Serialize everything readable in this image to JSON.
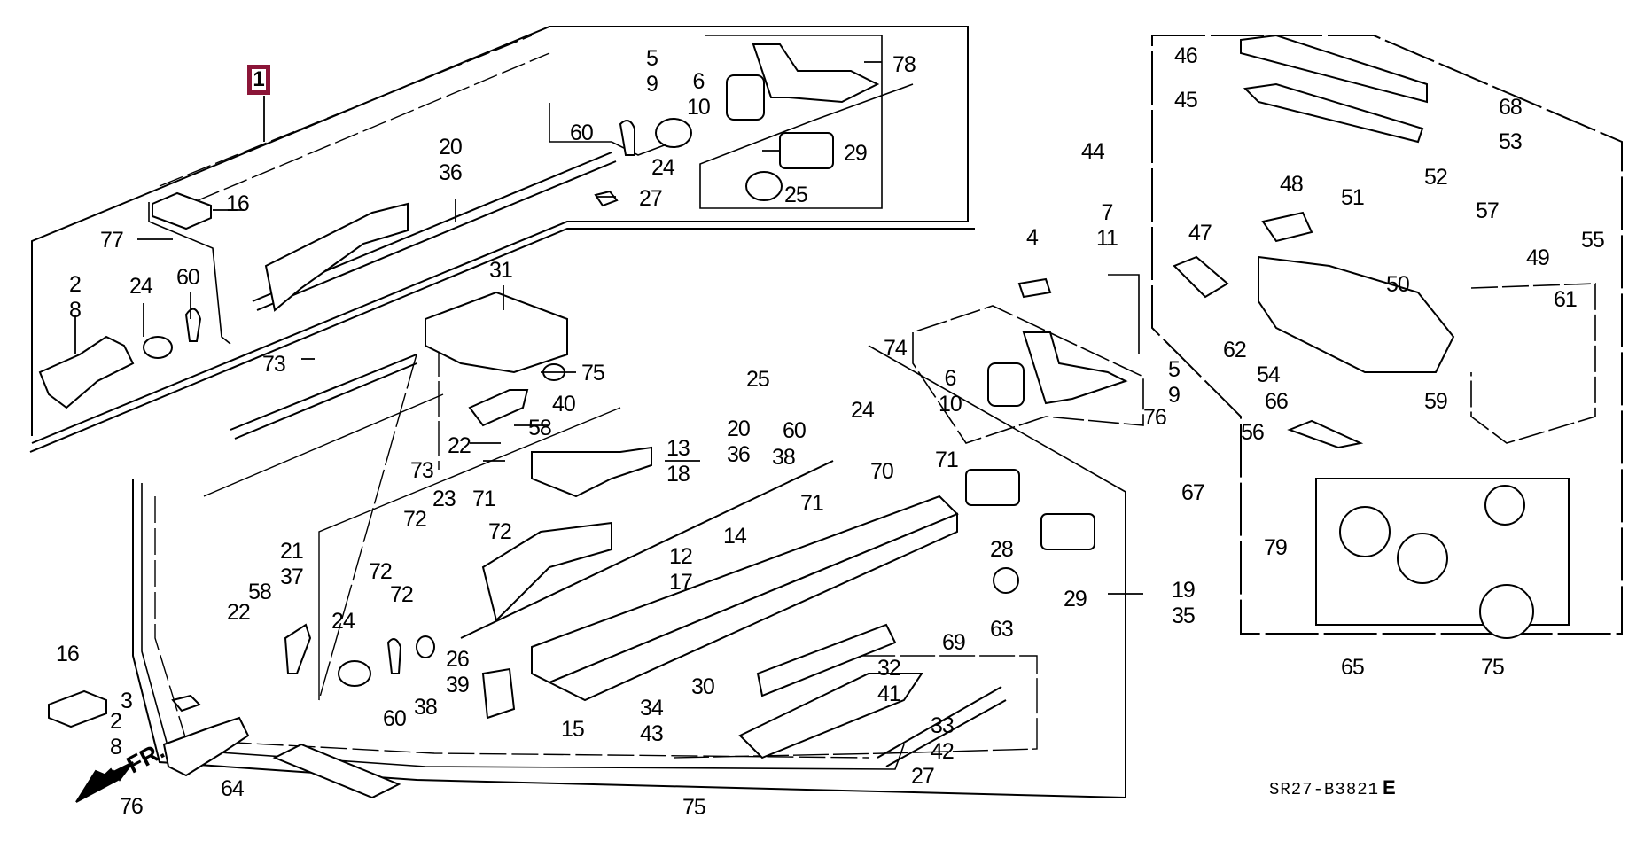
{
  "diagram": {
    "title_key": "1",
    "key_color": "#8b1538",
    "drawing_code": "SR27-B3821",
    "drawing_rev": "E",
    "front_marker": "FR.",
    "labels": {
      "l16a": "16",
      "l77": "77",
      "l2a": "2",
      "l8a": "8",
      "l24a": "24",
      "l60a": "60",
      "l20a": "20",
      "l36a": "36",
      "l5a": "5",
      "l9a": "9",
      "l6a": "6",
      "l10a": "10",
      "l78": "78",
      "l60b": "60",
      "l24b": "24",
      "l29a": "29",
      "l25a": "25",
      "l27a": "27",
      "l31": "31",
      "l73a": "73",
      "l75a": "75",
      "l40": "40",
      "l58a": "58",
      "l22a": "22",
      "l73b": "73",
      "l25b": "25",
      "l13": "13",
      "l18": "18",
      "l20b": "20",
      "l36b": "36",
      "l38a": "38",
      "l60c": "60",
      "l24c": "24",
      "l70": "70",
      "l71a": "71",
      "l71b": "71",
      "l71c": "71",
      "l14": "14",
      "l23": "23",
      "l72a": "72",
      "l72b": "72",
      "l72c": "72",
      "l72d": "72",
      "l21": "21",
      "l37": "37",
      "l22b": "22",
      "l58b": "58",
      "l24d": "24",
      "l60d": "60",
      "l38b": "38",
      "l26": "26",
      "l39": "39",
      "l15": "15",
      "l12": "12",
      "l17": "17",
      "l16b": "16",
      "l3": "3",
      "l2b": "2",
      "l8b": "8",
      "l64": "64",
      "l76a": "76",
      "l75b": "75",
      "l34": "34",
      "l43": "43",
      "l30": "30",
      "l32": "32",
      "l41": "41",
      "l33": "33",
      "l42": "42",
      "l27b": "27",
      "l69": "69",
      "l63": "63",
      "l28": "28",
      "l29b": "29",
      "l19": "19",
      "l35": "35",
      "l67": "67",
      "l4": "4",
      "l7": "7",
      "l11": "11",
      "l74": "74",
      "l6b": "6",
      "l10b": "10",
      "l5b": "5",
      "l9b": "9",
      "l76b": "76",
      "l44": "44",
      "l46": "46",
      "l45": "45",
      "l68": "68",
      "l53": "53",
      "l52": "52",
      "l48": "48",
      "l51": "51",
      "l57": "57",
      "l47": "47",
      "l49": "49",
      "l50": "50",
      "l55": "55",
      "l61": "61",
      "l62": "62",
      "l54": "54",
      "l66": "66",
      "l59": "59",
      "l56": "56",
      "l79": "79",
      "l65": "65",
      "l75c": "75"
    }
  }
}
